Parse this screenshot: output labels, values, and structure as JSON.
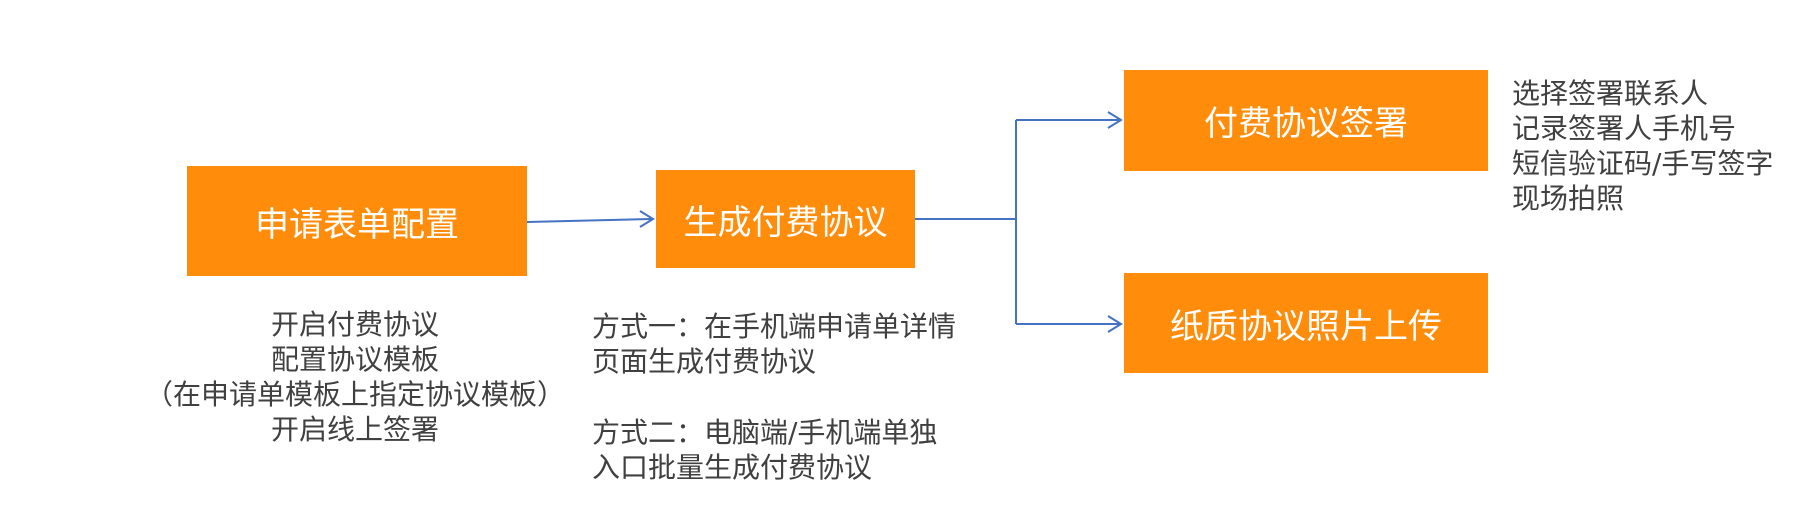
{
  "boxes": {
    "config": "申请表单配置",
    "generate": "生成付费协议",
    "sign": "付费协议签署",
    "upload": "纸质协议照片上传"
  },
  "notes": {
    "config": [
      "开启付费协议",
      "配置协议模板",
      "（在申请单模板上指定协议模板）",
      "开启线上签署"
    ],
    "generate_method1": [
      "方式一：在手机端申请单详情",
      "页面生成付费协议"
    ],
    "generate_method2": [
      "方式二：电脑端/手机端单独",
      "入口批量生成付费协议"
    ],
    "sign": [
      "选择签署联系人",
      "记录签署人手机号",
      "短信验证码/手写签字",
      "现场拍照"
    ]
  },
  "colors": {
    "box_fill": "#FF8C0A",
    "box_text": "#FFFFFF",
    "connector": "#4472C4",
    "note_text": "#404040"
  }
}
